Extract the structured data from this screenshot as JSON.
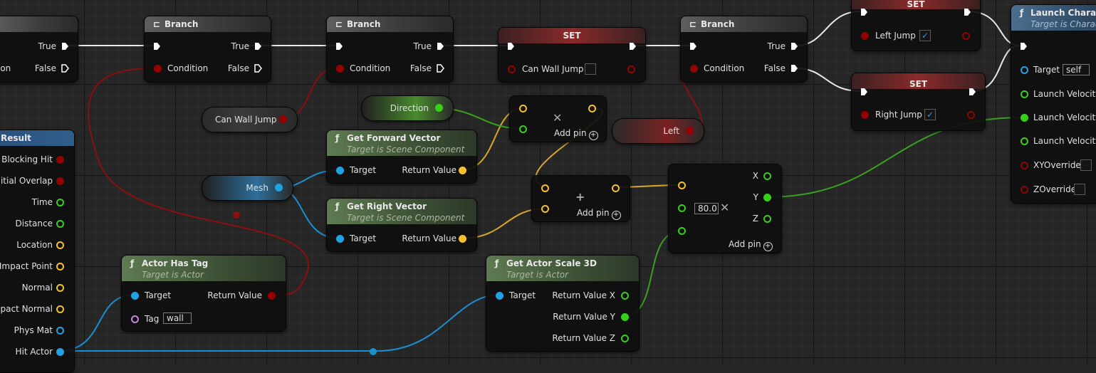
{
  "colors": {
    "exec": "#ffffff",
    "bool": "#950000",
    "vector": "#f5c12a",
    "object": "#1fa3e3",
    "float": "#35d119",
    "name": "#c48bd4",
    "struct": "#2670b8"
  },
  "left_node": {
    "title": "Result",
    "pins": [
      "Blocking Hit",
      "Initial Overlap",
      "Time",
      "Distance",
      "Location",
      "Impact Point",
      "Normal",
      "Impact Normal",
      "Phys Mat",
      "Hit Actor"
    ],
    "branch_out_true": "True",
    "branch_out_false": "False",
    "cond_partial": "ion"
  },
  "branch1": {
    "title": "Branch",
    "condition": "Condition",
    "true": "True",
    "false": "False"
  },
  "branch2": {
    "title": "Branch",
    "condition": "Condition",
    "true": "True",
    "false": "False"
  },
  "branch3": {
    "title": "Branch",
    "condition": "Condition",
    "true": "True",
    "false": "False"
  },
  "set_wall": {
    "title": "SET",
    "label": "Can Wall Jump"
  },
  "set_left": {
    "title": "SET",
    "label": "Left Jump",
    "check": "✓"
  },
  "set_right": {
    "title": "SET",
    "label": "Right Jump",
    "check": "✓"
  },
  "var_canwall": {
    "label": "Can Wall Jump"
  },
  "var_direction": {
    "label": "Direction"
  },
  "var_mesh": {
    "label": "Mesh"
  },
  "var_left": {
    "label": "Left"
  },
  "fwd": {
    "title": "Get Forward Vector",
    "subtitle": "Target is Scene Component",
    "target": "Target",
    "ret": "Return Value"
  },
  "right": {
    "title": "Get Right Vector",
    "subtitle": "Target is Scene Component",
    "target": "Target",
    "ret": "Return Value"
  },
  "mult_vec": {
    "op": "✕",
    "add": "Add pin"
  },
  "add_vec": {
    "op": "+",
    "add": "Add pin"
  },
  "mult_float": {
    "op": "✕",
    "value": "80.0",
    "x": "X",
    "y": "Y",
    "z": "Z",
    "add": "Add pin"
  },
  "hastag": {
    "title": "Actor Has Tag",
    "subtitle": "Target is Actor",
    "target": "Target",
    "ret": "Return Value",
    "tag_label": "Tag",
    "tag_value": "wall"
  },
  "scale": {
    "title": "Get Actor Scale 3D",
    "subtitle": "Target is Actor",
    "target": "Target",
    "rx": "Return Value X",
    "ry": "Return Value Y",
    "rz": "Return Value Z"
  },
  "launch": {
    "title": "Launch Charact",
    "subtitle": "Target is Charact",
    "target": "Target",
    "target_value": "self",
    "pins": [
      "Launch Velocity",
      "Launch Velocity",
      "Launch Velocity"
    ],
    "xy": "XYOverride",
    "z": "ZOverride"
  }
}
